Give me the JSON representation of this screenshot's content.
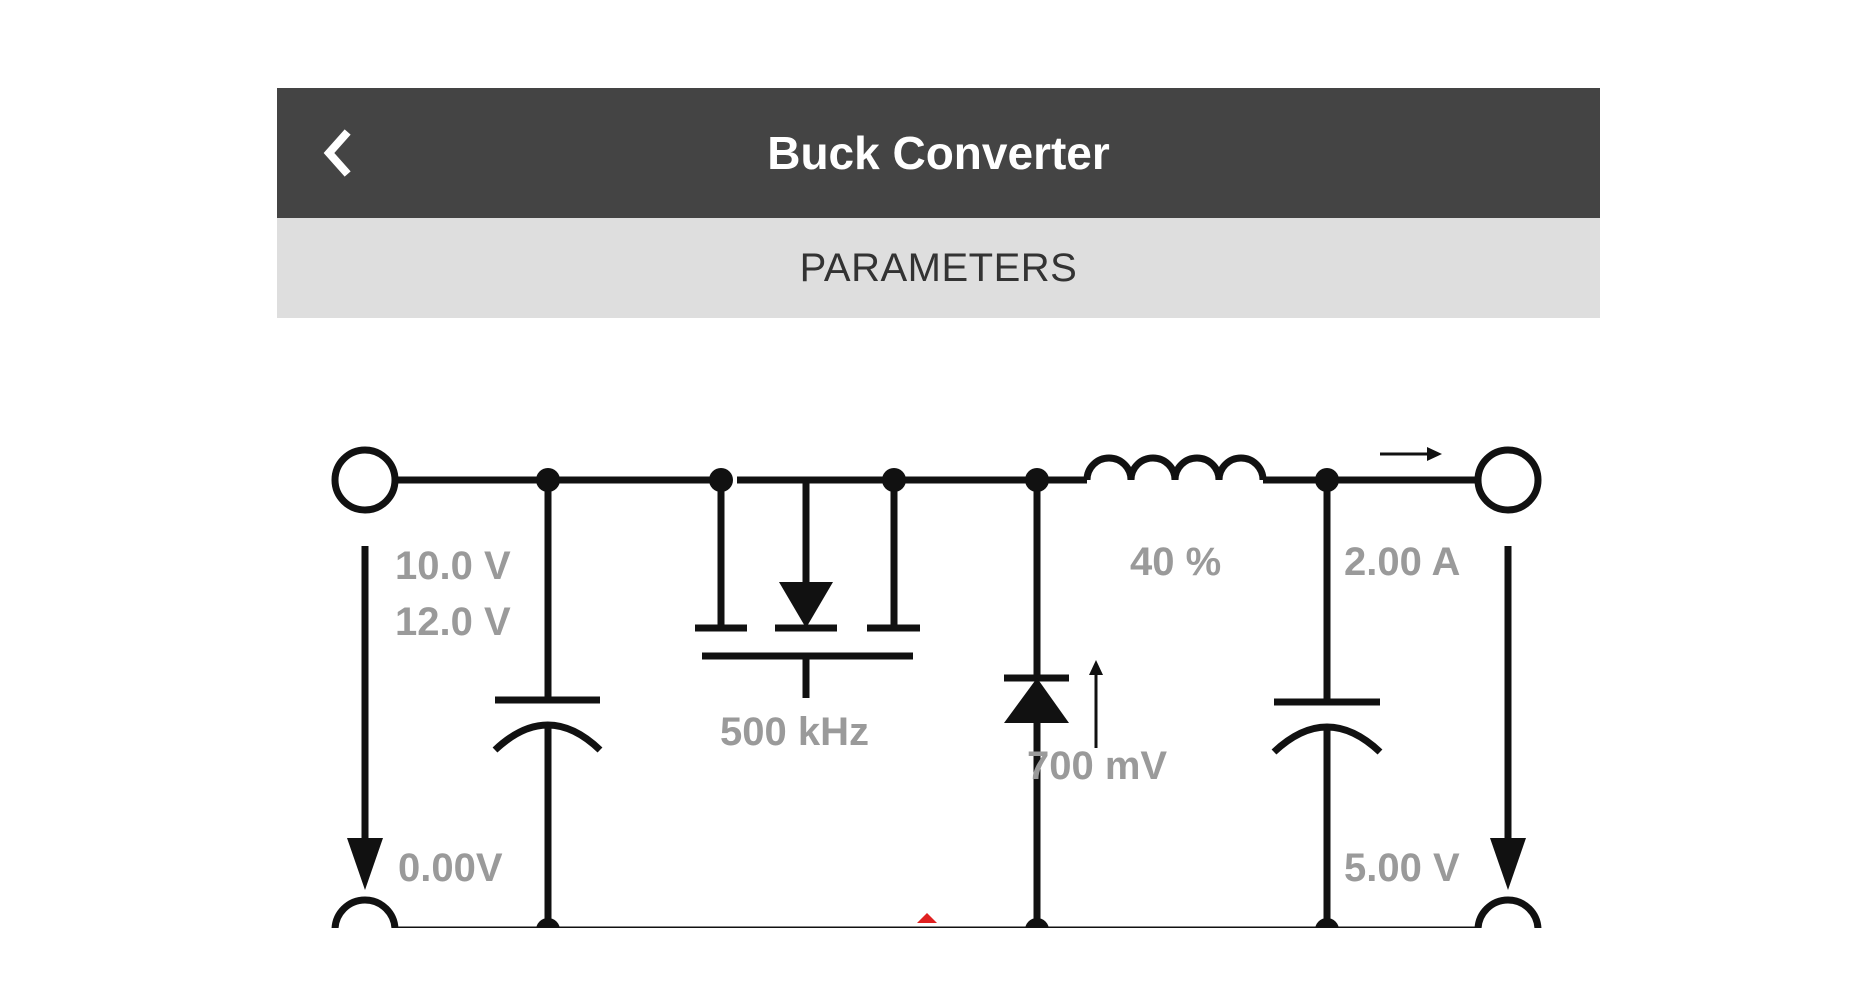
{
  "header": {
    "title": "Buck Converter",
    "back_icon": "chevron-left-icon"
  },
  "parameters_bar": {
    "label": "PARAMETERS"
  },
  "circuit": {
    "input_voltage_min": "10.0 V",
    "input_voltage_max": "12.0 V",
    "input_ripple": "0.00V",
    "switching_frequency": "500 kHz",
    "diode_forward_voltage": "700 mV",
    "inductor_ripple": "40 %",
    "output_current": "2.00 A",
    "output_voltage": "5.00 V"
  },
  "colors": {
    "title_bar": "#444444",
    "parameters_bar": "#dedede",
    "wire": "#111111",
    "value_text": "#9a9a9a",
    "marker": "#e02020"
  }
}
